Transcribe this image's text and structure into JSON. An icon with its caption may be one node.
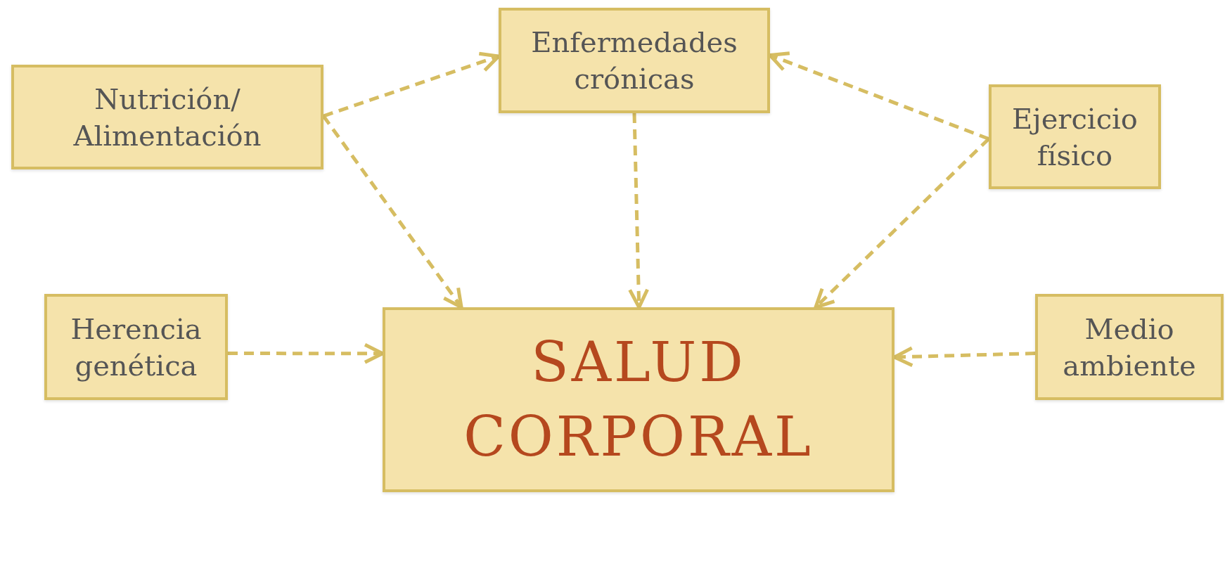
{
  "diagram": {
    "nodes": [
      {
        "text": [
          "Nutrición/ Alimentación"
        ]
      },
      {
        "text": [
          "Enfermedades crónicas"
        ]
      },
      {
        "text": [
          "Ejercicio físico"
        ]
      },
      {
        "text": [
          "Herencia genética"
        ]
      },
      {
        "text": [
          "SALUD CORPORAL"
        ]
      },
      {
        "text": [
          "Medio ambiente"
        ]
      }
    ],
    "edges": [
      {
        "from": 0,
        "to": 1,
        "arrow": "to",
        "style": "dashed"
      },
      {
        "from": 0,
        "to": 4,
        "arrow": "to",
        "style": "dashed"
      },
      {
        "from": 1,
        "to": 4,
        "arrow": "to",
        "style": "dashed"
      },
      {
        "from": 2,
        "to": 1,
        "arrow": "to",
        "style": "dashed"
      },
      {
        "from": 2,
        "to": 4,
        "arrow": "to",
        "style": "dashed"
      },
      {
        "from": 3,
        "to": 4,
        "arrow": "to",
        "style": "dashed"
      },
      {
        "from": 5,
        "to": 4,
        "arrow": "to",
        "style": "dashed"
      }
    ]
  }
}
